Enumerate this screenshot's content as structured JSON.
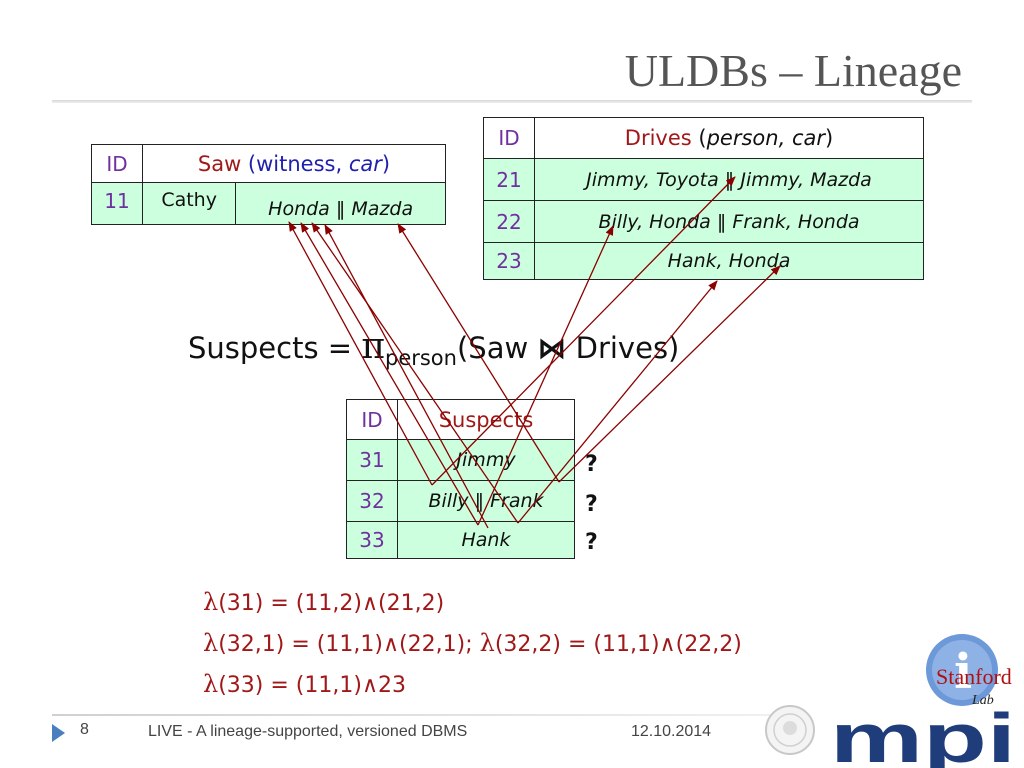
{
  "slide": {
    "title": "ULDBs – Lineage",
    "page_number": "8",
    "footer_text": "LIVE - A lineage-supported, versioned DBMS",
    "date": "12.10.2014"
  },
  "saw_table": {
    "id_header": "ID",
    "relation": "Saw",
    "open_paren": " (",
    "attr1": "witness,",
    "attr2": "car",
    "close_paren": ")",
    "row_id": "11",
    "witness": "Cathy",
    "car": "Honda ‖ Mazda"
  },
  "drives_table": {
    "id_header": "ID",
    "relation": "Drives",
    "open_paren": " (",
    "attr1": "person,",
    "attr2": "car",
    "close_paren": ")",
    "rows": [
      {
        "id": "21",
        "value": "Jimmy, Toyota ‖ Jimmy, Mazda"
      },
      {
        "id": "22",
        "value": "Billy, Honda ‖ Frank, Honda"
      },
      {
        "id": "23",
        "value": "Hank, Honda"
      }
    ]
  },
  "formula": {
    "lhs": "Suspects = ",
    "pi": "π",
    "sub": "person",
    "open": "(Saw ",
    "join": "⋈",
    "close": " Drives)"
  },
  "suspects_table": {
    "id_header": "ID",
    "header": "Suspects",
    "rows": [
      {
        "id": "31",
        "value": "Jimmy"
      },
      {
        "id": "32",
        "value": "Billy ‖ Frank"
      },
      {
        "id": "33",
        "value": "Hank"
      }
    ]
  },
  "question_mark": "?",
  "lineage": {
    "lambda": "λ",
    "line1": "(31) = (11,2)∧(21,2)",
    "line2a": "(32,1) = (11,1)∧(22,1);  ",
    "line2b": "(32,2) = (11,1)∧(22,2)",
    "line3": "(33) = (11,1)∧23"
  },
  "logos": {
    "stanford_letter": "i",
    "stanford_text": "Stanford",
    "lab_text": "Lab",
    "mpi_text": "mpi"
  },
  "colors": {
    "arrow": "#8b0000",
    "cell_fill": "#ccffdd",
    "relation_name": "#a01818",
    "attribute": "#2020b0",
    "id": "#7030a0",
    "footer_triangle": "#4a7fbf"
  }
}
